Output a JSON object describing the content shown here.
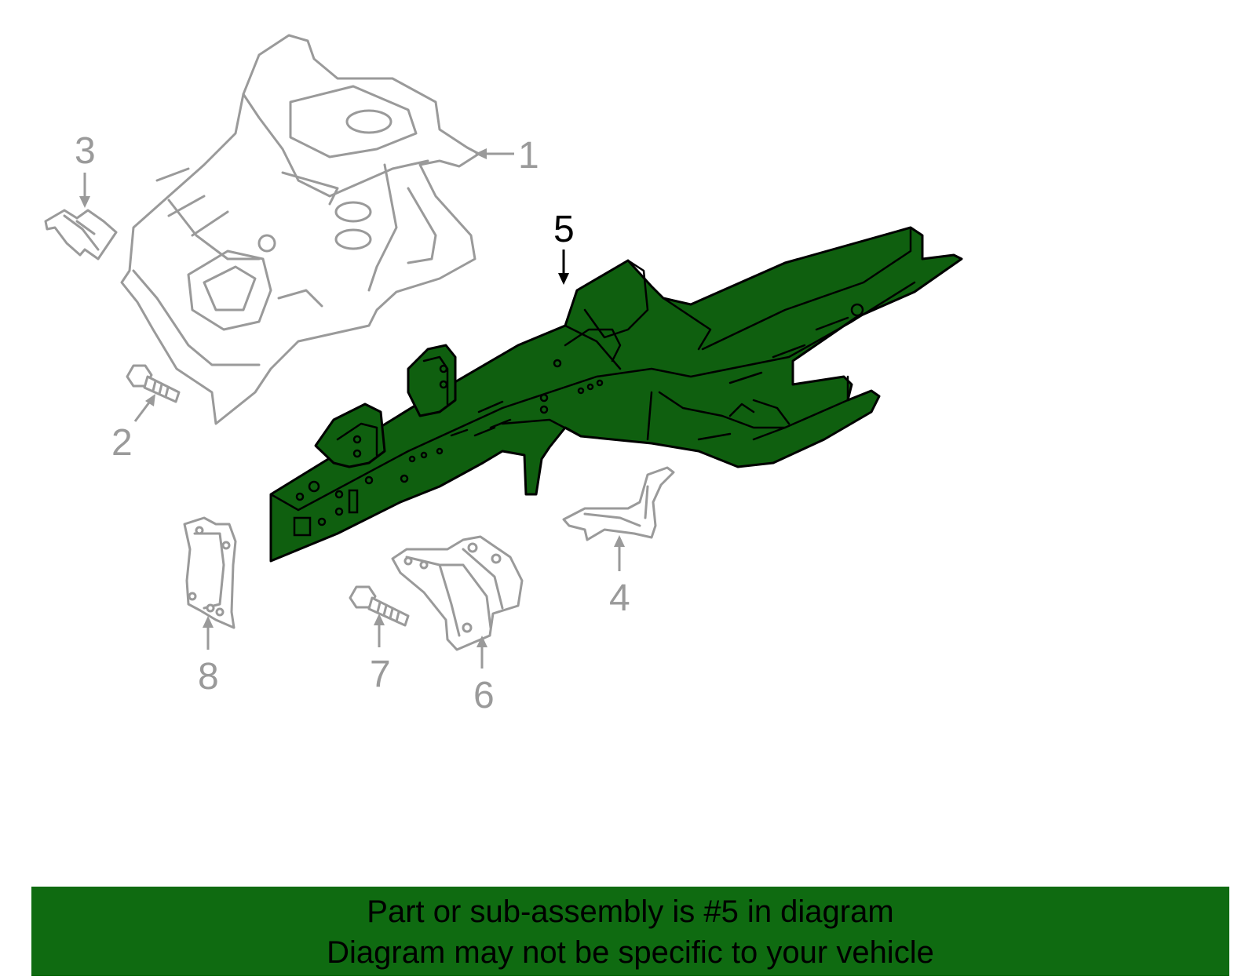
{
  "callouts": {
    "c1": "1",
    "c2": "2",
    "c3": "3",
    "c4": "4",
    "c5": "5",
    "c6": "6",
    "c7": "7",
    "c8": "8"
  },
  "highlight": {
    "part_number": "5",
    "color": "#0f5f0f"
  },
  "banner": {
    "line1": "Part or sub-assembly is #5 in diagram",
    "line2": "Diagram may not be specific to your vehicle",
    "background_color": "#0f6b11"
  }
}
